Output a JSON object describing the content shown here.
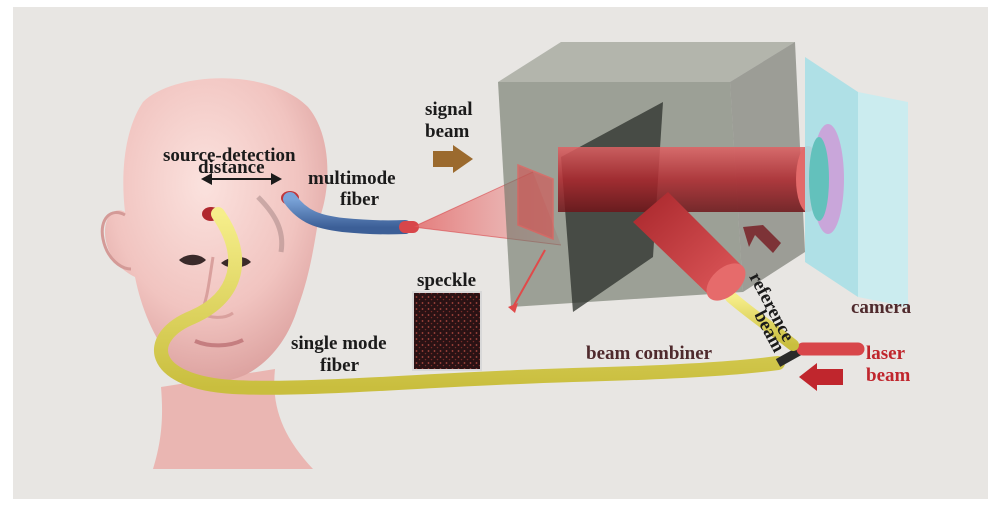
{
  "labels": {
    "source_detection": "source-detection",
    "distance": "distance",
    "multimode": "multimode",
    "multimode_fiber": "fiber",
    "signal": "signal",
    "signal_beam": "beam",
    "speckle": "speckle",
    "single_mode": "single mode",
    "single_mode_fiber": "fiber",
    "beam_combiner": "beam combiner",
    "reference": "reference",
    "reference_beam": "beam",
    "camera": "camera",
    "laser": "laser",
    "laser_beam": "beam"
  },
  "colors": {
    "background": "#e8e6e3",
    "skin": "#f1c6c2",
    "single_mode_fiber": "#e8de62",
    "multimode_fiber": "#4f7cb8",
    "laser_red": "#d8464a",
    "combiner_box": "#6e7468",
    "camera_glass": "#a9dfe6",
    "camera_lens": "#c9a6da",
    "arrow_signal": "#9b6a2e",
    "arrow_reference": "#7d3337",
    "arrow_laser": "#c0262d"
  },
  "icons": [
    "head-illustration",
    "double-arrow-icon",
    "signal-arrow-icon",
    "reference-arrow-icon",
    "laser-arrow-icon"
  ]
}
